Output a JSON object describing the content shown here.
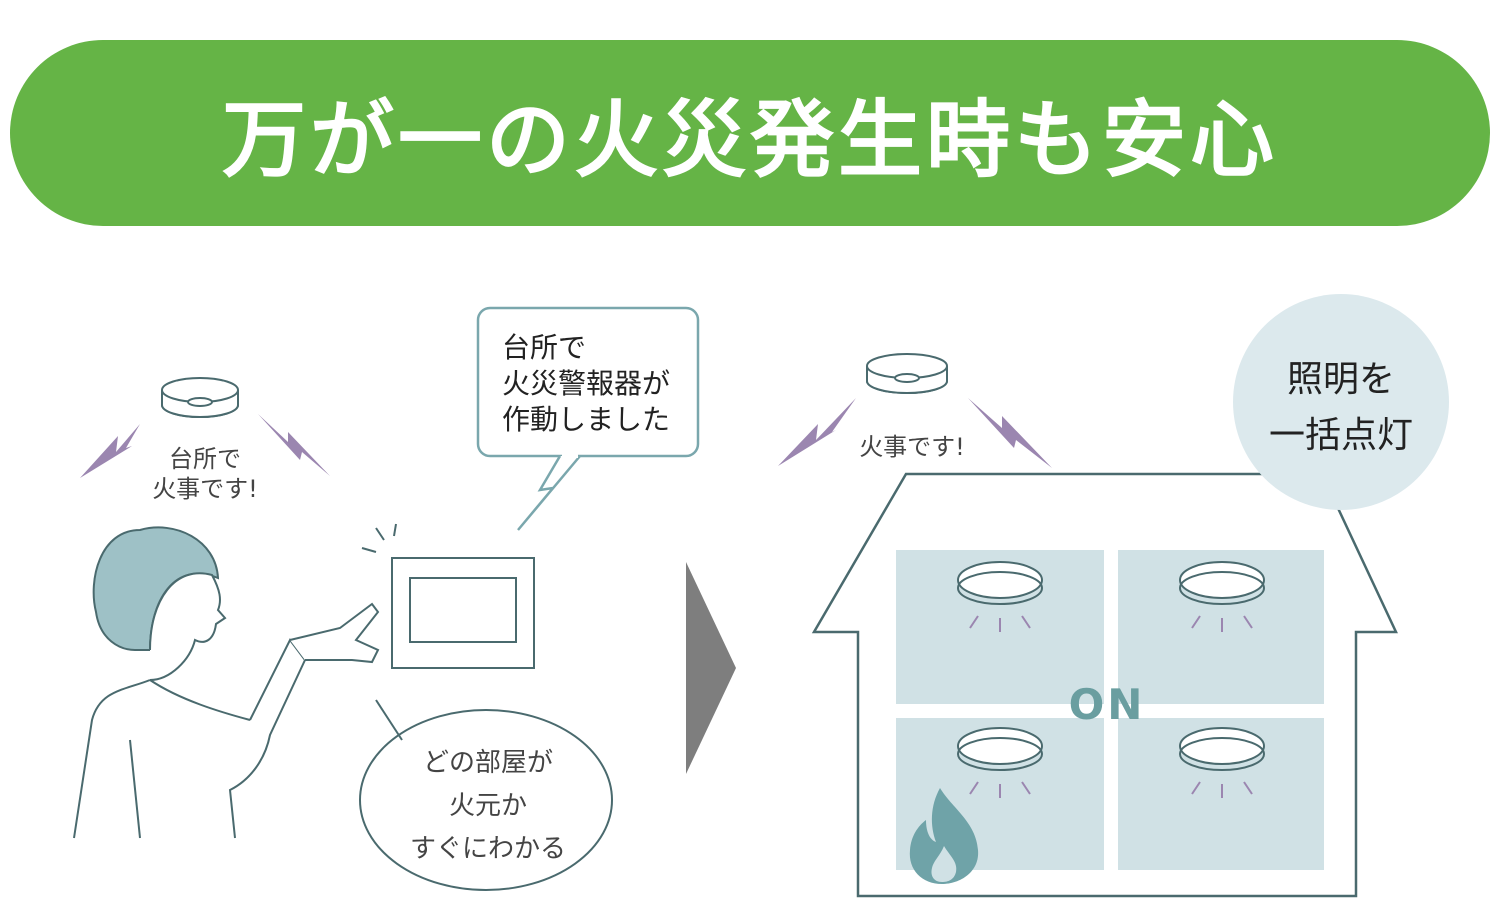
{
  "banner": {
    "title": "万が一の火災発生時も安心"
  },
  "left_scene": {
    "detector_label_line1": "台所で",
    "detector_label_line2": "火事です!",
    "monitor_message_line1": "台所で",
    "monitor_message_line2": "火災警報器が",
    "monitor_message_line3": "作動しました",
    "speech_line1": "どの部屋が",
    "speech_line2": "火元か",
    "speech_line3": "すぐにわかる"
  },
  "right_scene": {
    "detector_label": "火事です!",
    "badge_line1": "照明を",
    "badge_line2": "一括点灯",
    "status_label": "ON"
  },
  "colors": {
    "banner_green": "#65b446",
    "line_teal": "#4a6a6e",
    "room_fill": "#d0e1e5",
    "alarm_purple": "#9b86b0",
    "badge_fill": "#dce9ed",
    "arrow_gray": "#7e7e7e",
    "flame_teal": "#6fa3a8"
  }
}
